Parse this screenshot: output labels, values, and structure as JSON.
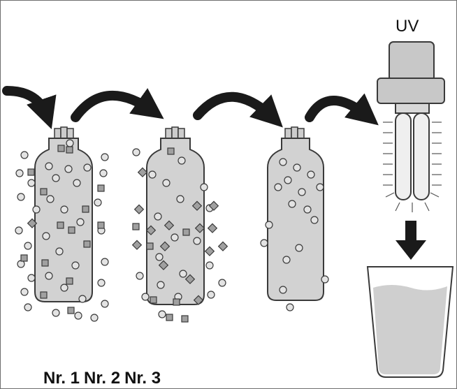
{
  "uv_label": "UV",
  "filter_labels": [
    "Nr. 1",
    "Nr. 2",
    "Nr. 3"
  ],
  "colors": {
    "outline": "#3a3a3a",
    "filter_fill": "#d2d2d2",
    "water_fill": "#cfcfcf",
    "arrow": "#1a1a1a",
    "particle_fill": "#e3e3e3",
    "square_fill": "#a0a0a0",
    "uv_lamp_fill": "#c8c8c8"
  }
}
